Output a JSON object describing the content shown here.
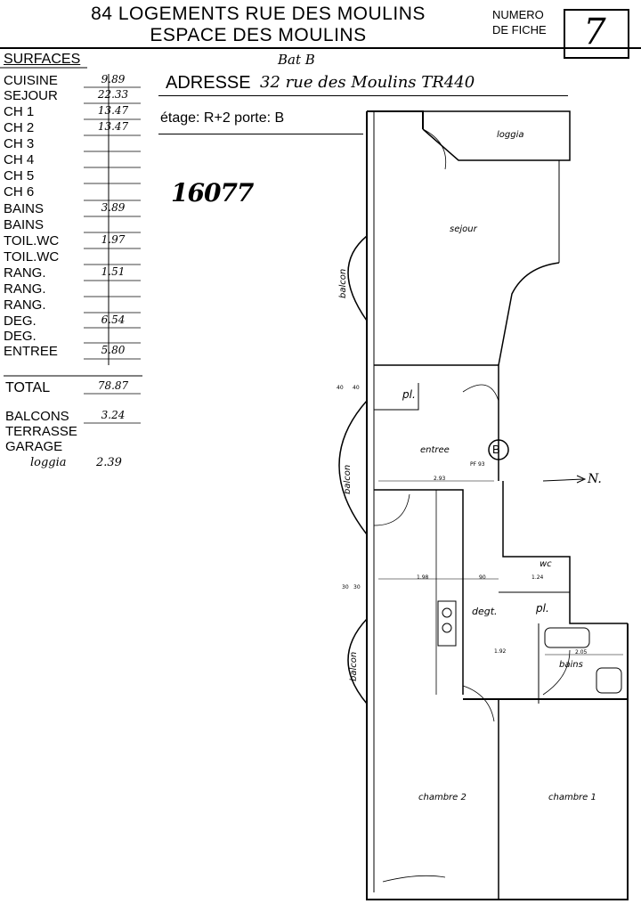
{
  "header": {
    "title_line1": "84 LOGEMENTS RUE DES MOULINS",
    "title_line2": "ESPACE DES MOULINS",
    "fiche_label_line1": "NUMERO",
    "fiche_label_line2": "DE FICHE",
    "fiche_number": "7"
  },
  "building": "Bat B",
  "address": {
    "label": "ADRESSE",
    "value": "32 rue des Moulins TR440",
    "floor_door": "étage: R+2 porte: B"
  },
  "stamp_number": "16077",
  "surfaces": {
    "heading": "SURFACES",
    "rows": [
      {
        "label": "CUISINE",
        "value": "9.89"
      },
      {
        "label": "SEJOUR",
        "value": "22.33"
      },
      {
        "label": "CH   1",
        "value": "13.47"
      },
      {
        "label": "CH   2",
        "value": "13.47"
      },
      {
        "label": "CH   3",
        "value": ""
      },
      {
        "label": "CH   4",
        "value": ""
      },
      {
        "label": "CH   5",
        "value": ""
      },
      {
        "label": "CH   6",
        "value": ""
      },
      {
        "label": "BAINS",
        "value": "3.89"
      },
      {
        "label": "BAINS",
        "value": ""
      },
      {
        "label": "TOIL.WC",
        "value": "1.97"
      },
      {
        "label": "TOIL.WC",
        "value": ""
      },
      {
        "label": "RANG.",
        "value": "1.51"
      },
      {
        "label": "RANG.",
        "value": ""
      },
      {
        "label": "RANG.",
        "value": ""
      },
      {
        "label": "DEG.",
        "value": "6.54"
      },
      {
        "label": "DEG.",
        "value": ""
      },
      {
        "label": "ENTREE",
        "value": "5.80"
      }
    ],
    "total_label": "TOTAL",
    "total_value": "78.87",
    "balcons_label": "BALCONS",
    "balcons_value": "3.24",
    "terrasse_label": "TERRASSE",
    "garage_label": "GARAGE",
    "loggia_label": "loggia",
    "loggia_value": "2.39"
  },
  "plan": {
    "rooms": {
      "loggia": "loggia",
      "sejour": "sejour",
      "entree": "entree",
      "degt": "degt.",
      "bains": "bains",
      "wc": "wc",
      "pl1": "pl.",
      "pl2": "pl.",
      "chambre1": "chambre 1",
      "chambre2": "chambre 2",
      "balcon1": "balcon",
      "balcon2": "balcon",
      "balcon3": "balcon"
    },
    "door_marker": "B",
    "north": "N.",
    "dims": {
      "d_40a": "40",
      "d_40b": "40",
      "d_293": "2.93",
      "d_pf": "PF 93",
      "d_30a": "30",
      "d_30b": "30",
      "d_198": "1.98",
      "d_90": "90",
      "d_124": "1.24",
      "d_205": "2.05",
      "d_192": "1.92"
    }
  }
}
